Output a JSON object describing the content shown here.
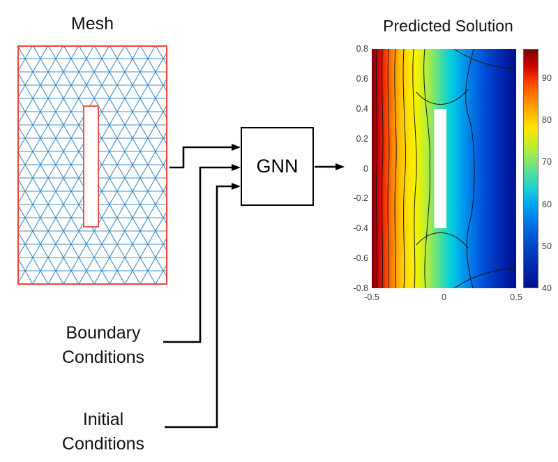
{
  "labels": {
    "mesh": "Mesh",
    "predicted_solution": "Predicted Solution",
    "gnn": "GNN",
    "boundary_conditions": [
      "Boundary",
      "Conditions"
    ],
    "initial_conditions": [
      "Initial",
      "Conditions"
    ]
  },
  "plot": {
    "y_ticks": [
      "0.8",
      "0.6",
      "0.4",
      "0.2",
      "0",
      "-0.2",
      "-0.4",
      "-0.6",
      "-0.8"
    ],
    "x_ticks": [
      "-0.5",
      "0",
      "0.5"
    ],
    "colorbar_ticks": [
      90,
      80,
      70,
      60,
      50,
      40
    ],
    "colorbar_min": 40,
    "colorbar_max": 97,
    "field_gradient": [
      {
        "p": 0,
        "c": "#7a0000"
      },
      {
        "p": 3,
        "c": "#b40000"
      },
      {
        "p": 7,
        "c": "#e81600"
      },
      {
        "p": 11,
        "c": "#ff5000"
      },
      {
        "p": 15,
        "c": "#ff8c00"
      },
      {
        "p": 20,
        "c": "#ffc000"
      },
      {
        "p": 26,
        "c": "#ffe600"
      },
      {
        "p": 31,
        "c": "#f4f400"
      },
      {
        "p": 37,
        "c": "#c0ee32"
      },
      {
        "p": 43,
        "c": "#7ce66e"
      },
      {
        "p": 49,
        "c": "#38dcaa"
      },
      {
        "p": 55,
        "c": "#00cee0"
      },
      {
        "p": 62,
        "c": "#00a2ec"
      },
      {
        "p": 70,
        "c": "#0072e6"
      },
      {
        "p": 80,
        "c": "#0046d2"
      },
      {
        "p": 90,
        "c": "#0026ae"
      },
      {
        "p": 100,
        "c": "#001090"
      }
    ],
    "colorbar_gradient": [
      {
        "p": 0,
        "c": "#7a0000"
      },
      {
        "p": 7,
        "c": "#d00000"
      },
      {
        "p": 15,
        "c": "#ff5000"
      },
      {
        "p": 24,
        "c": "#ffa000"
      },
      {
        "p": 33,
        "c": "#ffe600"
      },
      {
        "p": 42,
        "c": "#b4ee3c"
      },
      {
        "p": 50,
        "c": "#64e08c"
      },
      {
        "p": 58,
        "c": "#1ed2d2"
      },
      {
        "p": 66,
        "c": "#00a0f0"
      },
      {
        "p": 76,
        "c": "#0064dc"
      },
      {
        "p": 88,
        "c": "#0032b4"
      },
      {
        "p": 100,
        "c": "#001090"
      }
    ]
  },
  "colors": {
    "mesh_line": "#3f8cc8",
    "mesh_border": "#f04438",
    "arrow": "#000000",
    "contour_line": "#141414"
  }
}
